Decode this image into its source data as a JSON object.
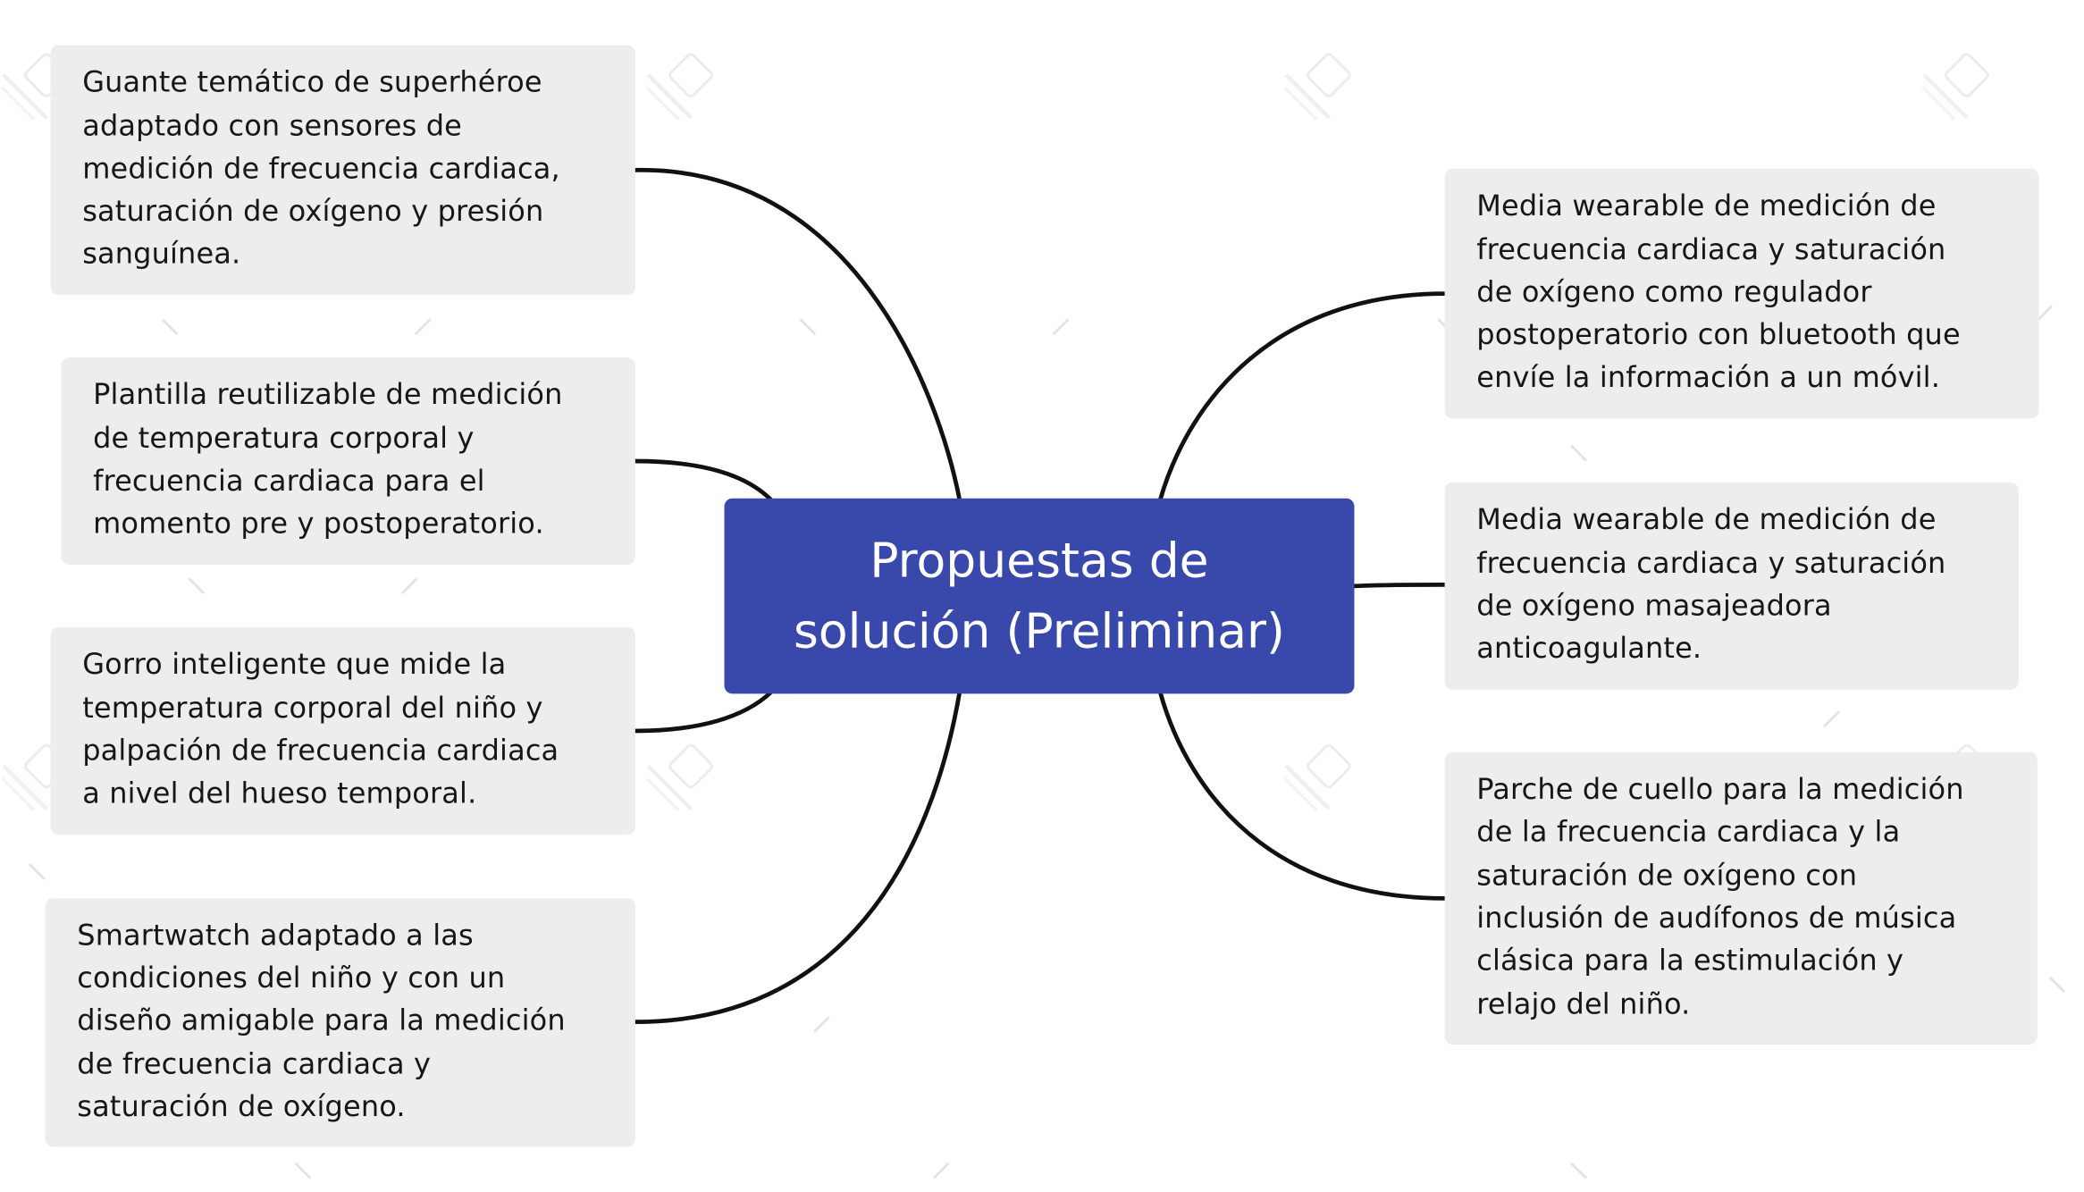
{
  "central_topic": "Propuestas de\nsolución (Preliminar)",
  "left_topics": [
    "Guante temático de superhéroe\nadaptado con sensores de\nmedición de frecuencia cardiaca,\nsaturación de oxígeno y presión\nsanguínea.",
    "Plantilla reutilizable de medición\nde temperatura corporal y\nfrecuencia cardiaca para el\nmomento pre y postoperatorio.",
    "Gorro inteligente que mide la\ntemperatura corporal del niño y\npalpación de frecuencia cardiaca\na nivel del hueso temporal.",
    "Smartwatch adaptado a las\ncondiciones del niño y con un\ndiseño amigable para la medición\nde frecuencia cardiaca y\nsaturación de oxígeno."
  ],
  "right_topics": [
    "Media wearable de medición de\nfrecuencia cardiaca y saturación\nde oxígeno como regulador\npostoperatorio con bluetooth que\nenvíe la información a un móvil.",
    "Media wearable de medición de\nfrecuencia cardiaca y saturación\nde oxígeno masajeadora\nanticoagulante.",
    "Parche de cuello para la medición\nde la frecuencia cardiaca y la\nsaturación de oxígeno con\ninclusión de audífonos de música\nclásica para la estimulación y\nrelajo del niño."
  ],
  "colors": {
    "central_fill": "#3949ab",
    "topic_fill": "#ededed",
    "connector": "#111111"
  },
  "watermark_icon": "xmind-watermark-icon"
}
